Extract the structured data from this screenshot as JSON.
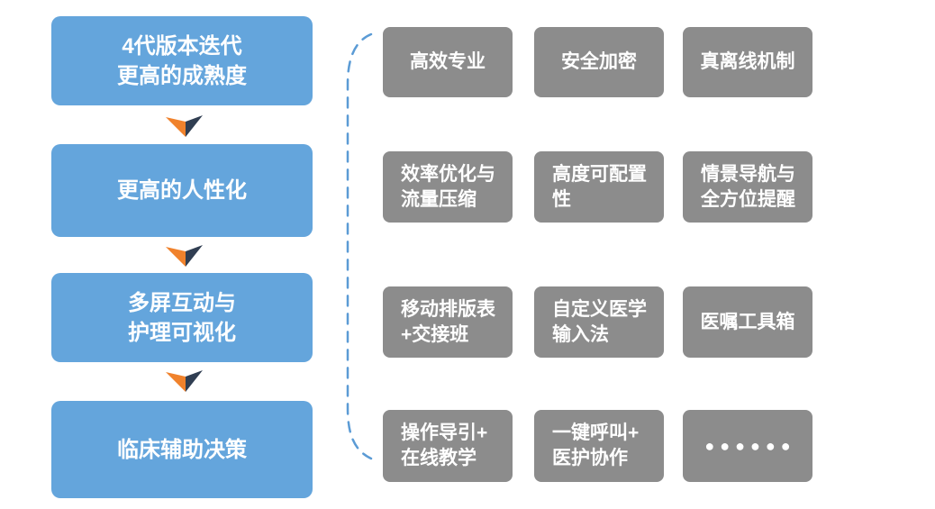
{
  "flow": {
    "steps": [
      {
        "label": "4代版本迭代\n更高的成熟度"
      },
      {
        "label": "更高的人性化"
      },
      {
        "label": "多屏互动与\n护理可视化"
      },
      {
        "label": "临床辅助决策"
      }
    ]
  },
  "features": {
    "rows": [
      [
        {
          "label": "高效专业"
        },
        {
          "label": "安全加密"
        },
        {
          "label": "真离线机制"
        }
      ],
      [
        {
          "label": "效率优化与\n流量压缩"
        },
        {
          "label": "高度可配置\n性"
        },
        {
          "label": "情景导航与\n全方位提醒"
        }
      ],
      [
        {
          "label": "移动排版表\n+交接班"
        },
        {
          "label": "自定义医学\n输入法"
        },
        {
          "label": "医嘱工具箱"
        }
      ],
      [
        {
          "label": "操作导引+\n在线教学"
        },
        {
          "label": "一键呼叫+\n医护协作"
        },
        {
          "label": "●●●●●●"
        }
      ]
    ]
  },
  "icons": {
    "down_arrow": "two-tone-chevron-down",
    "brace": "dashed-left-brace"
  },
  "colors": {
    "step_blue": "#64A5DC",
    "feature_gray": "#8C8C8C",
    "arrow_orange": "#F0822C",
    "arrow_navy": "#303E52",
    "brace_blue": "#5B9BD5",
    "text_white": "#FFFFFF"
  }
}
